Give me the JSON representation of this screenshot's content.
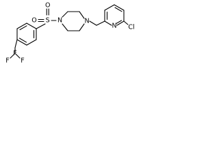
{
  "structure": {
    "atoms": {
      "sulfonyl_s": "S",
      "sulfonyl_o_top": "O",
      "sulfonyl_o_left": "O",
      "piperazine_n_left": "N",
      "piperazine_n_right": "N",
      "pyridine_n": "N",
      "chlorine": "Cl",
      "cf3_f_top": "F",
      "cf3_f_left": "F",
      "cf3_f_right": "F"
    }
  }
}
